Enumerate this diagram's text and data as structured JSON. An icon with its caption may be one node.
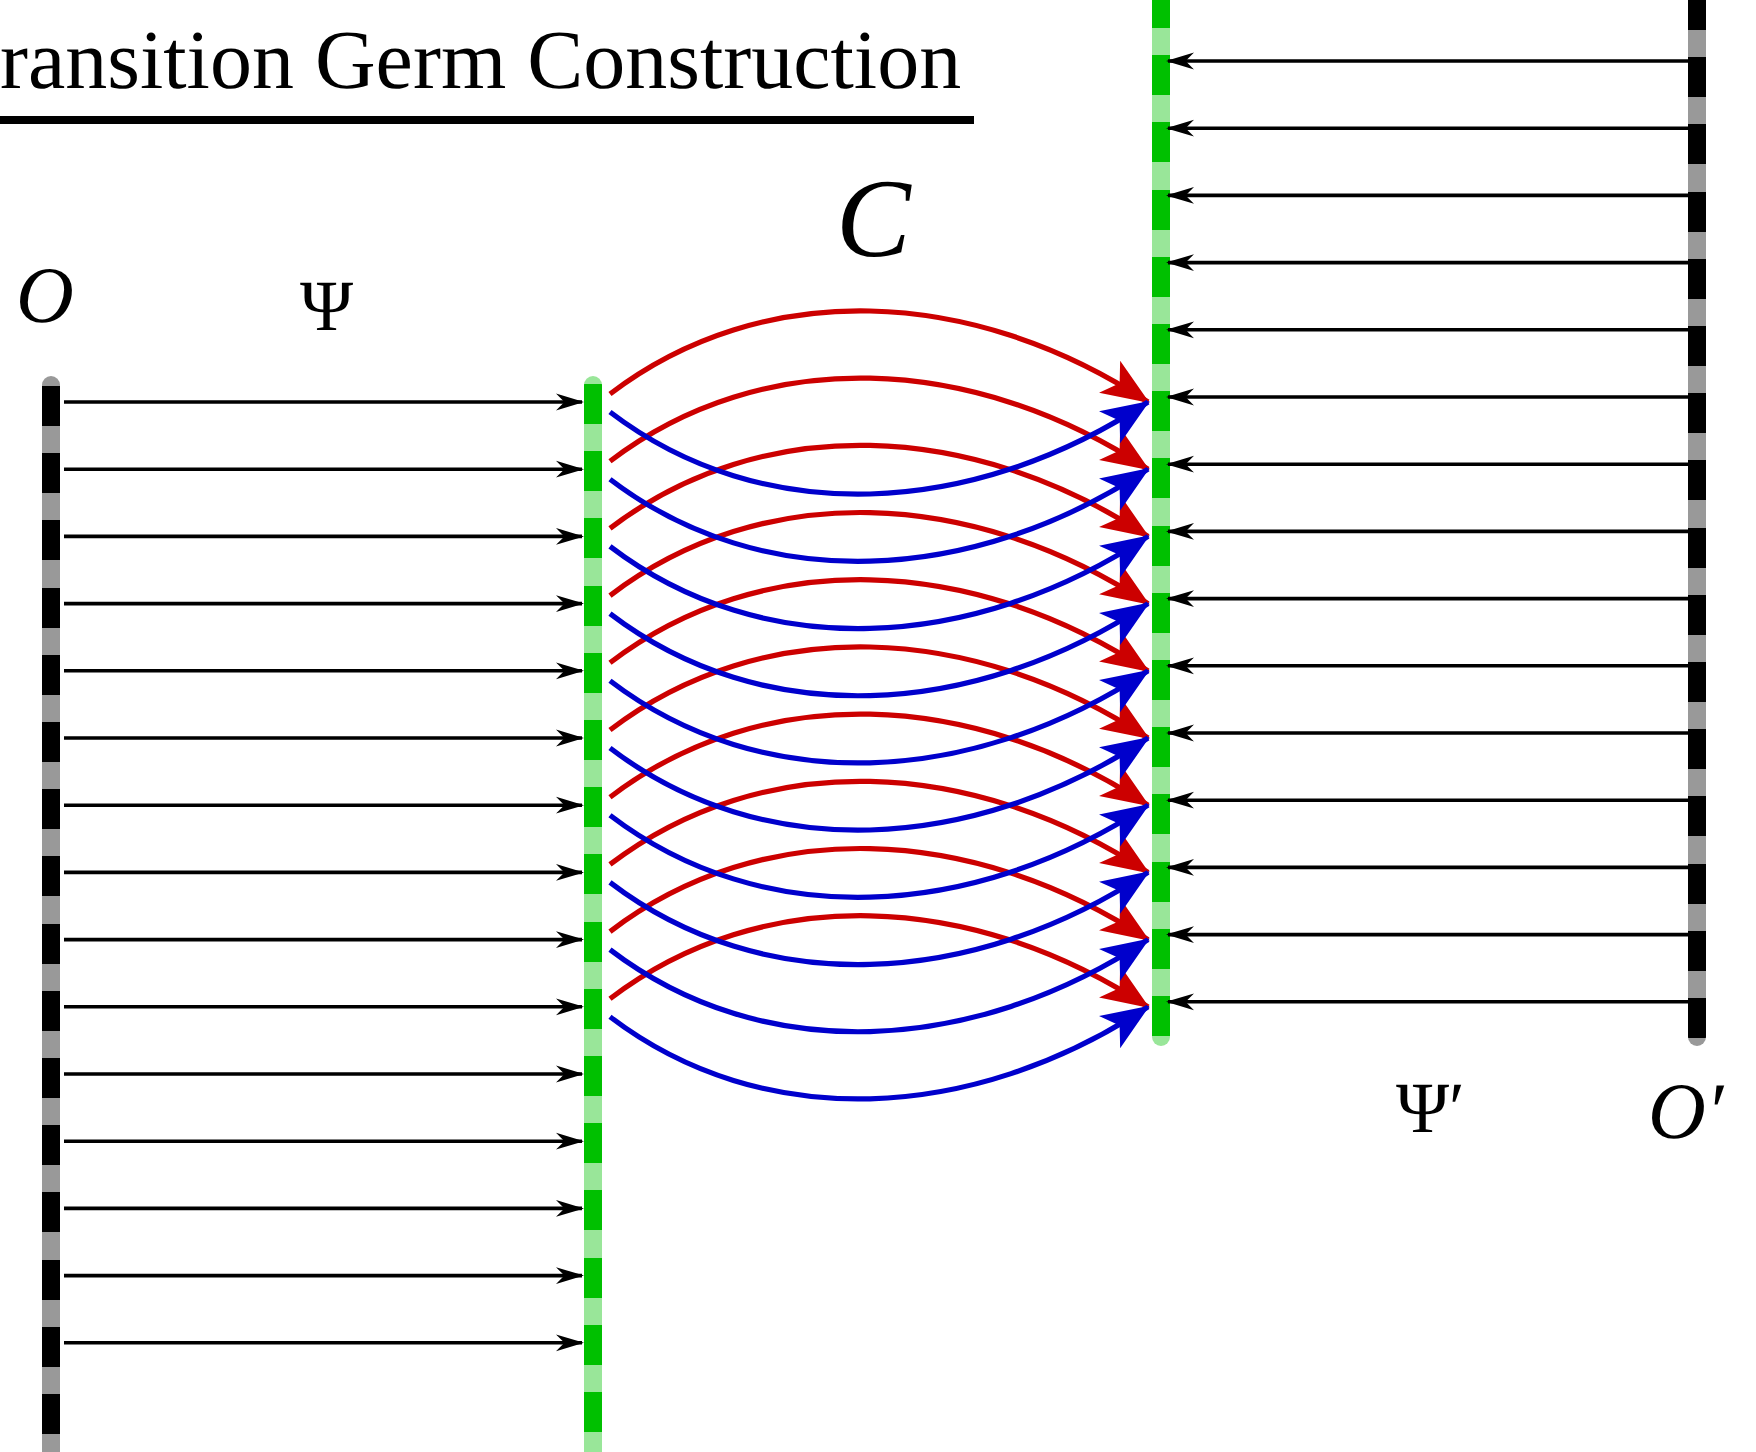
{
  "diagram": {
    "title": "ransition Germ Construction",
    "nodes": [
      {
        "text": [],
        "shape": "bar",
        "beside": [
          "O"
        ]
      },
      {
        "text": [],
        "shape": "bar"
      },
      {
        "text": [],
        "shape": "bar"
      },
      {
        "text": [],
        "shape": "bar",
        "beside": [
          "O′"
        ]
      }
    ],
    "edges": [
      {
        "from": 0,
        "to": 1,
        "arrow": "to"
      },
      {
        "from": 0,
        "to": 1,
        "arrow": "to"
      },
      {
        "from": 0,
        "to": 1,
        "arrow": "to"
      },
      {
        "from": 0,
        "to": 1,
        "arrow": "to"
      },
      {
        "from": 0,
        "to": 1,
        "arrow": "to"
      },
      {
        "from": 0,
        "to": 1,
        "arrow": "to"
      },
      {
        "from": 0,
        "to": 1,
        "arrow": "to"
      },
      {
        "from": 0,
        "to": 1,
        "arrow": "to"
      },
      {
        "from": 0,
        "to": 1,
        "arrow": "to"
      },
      {
        "from": 0,
        "to": 1,
        "arrow": "to"
      },
      {
        "from": 0,
        "to": 1,
        "arrow": "to"
      },
      {
        "from": 0,
        "to": 1,
        "arrow": "to"
      },
      {
        "from": 0,
        "to": 1,
        "arrow": "to"
      },
      {
        "from": 0,
        "to": 1,
        "arrow": "to"
      },
      {
        "from": 0,
        "to": 1,
        "arrow": "to"
      },
      {
        "from": 1,
        "to": 2,
        "arrow": "to",
        "color": "#cc0000"
      },
      {
        "from": 1,
        "to": 2,
        "arrow": "to",
        "color": "#cc0000"
      },
      {
        "from": 1,
        "to": 2,
        "arrow": "to",
        "color": "#cc0000"
      },
      {
        "from": 1,
        "to": 2,
        "arrow": "to",
        "color": "#cc0000"
      },
      {
        "from": 1,
        "to": 2,
        "arrow": "to",
        "color": "#cc0000"
      },
      {
        "from": 1,
        "to": 2,
        "arrow": "to",
        "color": "#cc0000"
      },
      {
        "from": 1,
        "to": 2,
        "arrow": "to",
        "color": "#cc0000"
      },
      {
        "from": 1,
        "to": 2,
        "arrow": "to",
        "color": "#cc0000"
      },
      {
        "from": 1,
        "to": 2,
        "arrow": "to",
        "color": "#cc0000"
      },
      {
        "from": 1,
        "to": 2,
        "arrow": "to",
        "color": "#cc0000"
      },
      {
        "from": 1,
        "to": 2,
        "arrow": "to",
        "color": "#0000cc"
      },
      {
        "from": 1,
        "to": 2,
        "arrow": "to",
        "color": "#0000cc"
      },
      {
        "from": 1,
        "to": 2,
        "arrow": "to",
        "color": "#0000cc"
      },
      {
        "from": 1,
        "to": 2,
        "arrow": "to",
        "color": "#0000cc"
      },
      {
        "from": 1,
        "to": 2,
        "arrow": "to",
        "color": "#0000cc"
      },
      {
        "from": 1,
        "to": 2,
        "arrow": "to",
        "color": "#0000cc"
      },
      {
        "from": 1,
        "to": 2,
        "arrow": "to",
        "color": "#0000cc"
      },
      {
        "from": 1,
        "to": 2,
        "arrow": "to",
        "color": "#0000cc"
      },
      {
        "from": 1,
        "to": 2,
        "arrow": "to",
        "color": "#0000cc"
      },
      {
        "from": 1,
        "to": 2,
        "arrow": "to",
        "color": "#0000cc"
      },
      {
        "from": 3,
        "to": 2,
        "arrow": "to"
      },
      {
        "from": 3,
        "to": 2,
        "arrow": "to"
      },
      {
        "from": 3,
        "to": 2,
        "arrow": "to"
      },
      {
        "from": 3,
        "to": 2,
        "arrow": "to"
      },
      {
        "from": 3,
        "to": 2,
        "arrow": "to"
      },
      {
        "from": 3,
        "to": 2,
        "arrow": "to"
      },
      {
        "from": 3,
        "to": 2,
        "arrow": "to"
      },
      {
        "from": 3,
        "to": 2,
        "arrow": "to"
      },
      {
        "from": 3,
        "to": 2,
        "arrow": "to"
      },
      {
        "from": 3,
        "to": 2,
        "arrow": "to"
      },
      {
        "from": 3,
        "to": 2,
        "arrow": "to"
      },
      {
        "from": 3,
        "to": 2,
        "arrow": "to"
      },
      {
        "from": 3,
        "to": 2,
        "arrow": "to"
      },
      {
        "from": 3,
        "to": 2,
        "arrow": "to"
      },
      {
        "from": 3,
        "to": 2,
        "arrow": "to"
      }
    ],
    "labels": [
      "Ψ",
      "C",
      "Ψ′"
    ]
  }
}
